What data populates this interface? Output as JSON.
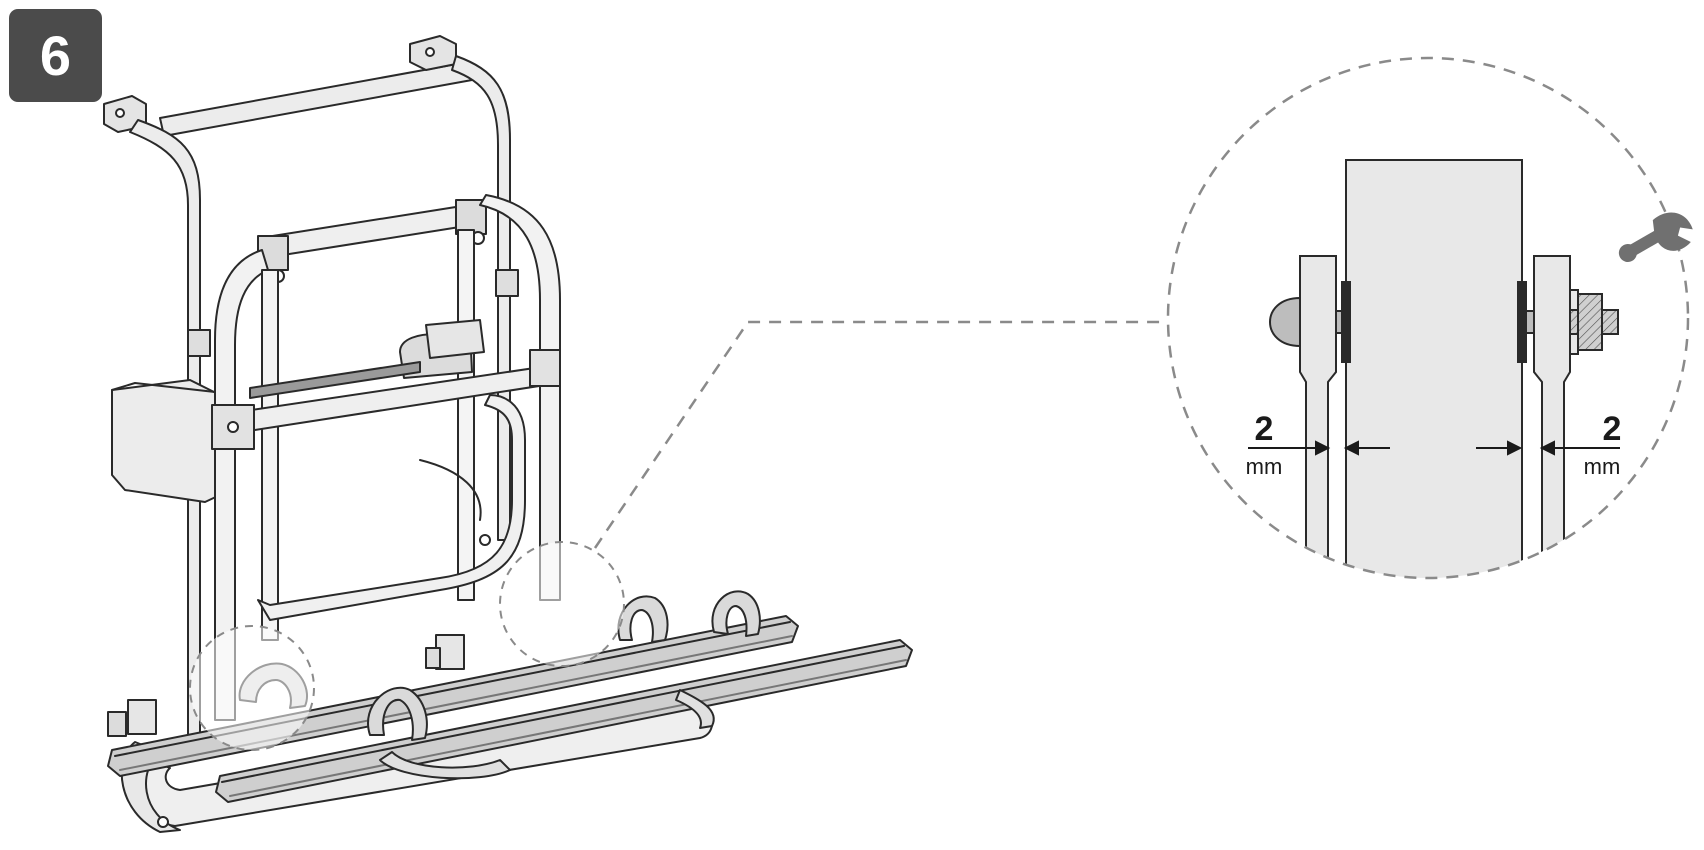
{
  "step": {
    "number": "6",
    "badge_color": "#4b4b4b"
  },
  "detail": {
    "left_gap": {
      "value": "2",
      "unit": "mm"
    },
    "right_gap": {
      "value": "2",
      "unit": "mm"
    },
    "tool_icon": "wrench-icon",
    "callout_style": "dashed-circle"
  },
  "colors": {
    "outline": "#2a2a2a",
    "fill": "#e8e8e8",
    "dashed": "#8a8a8a",
    "tool": "#707070"
  }
}
